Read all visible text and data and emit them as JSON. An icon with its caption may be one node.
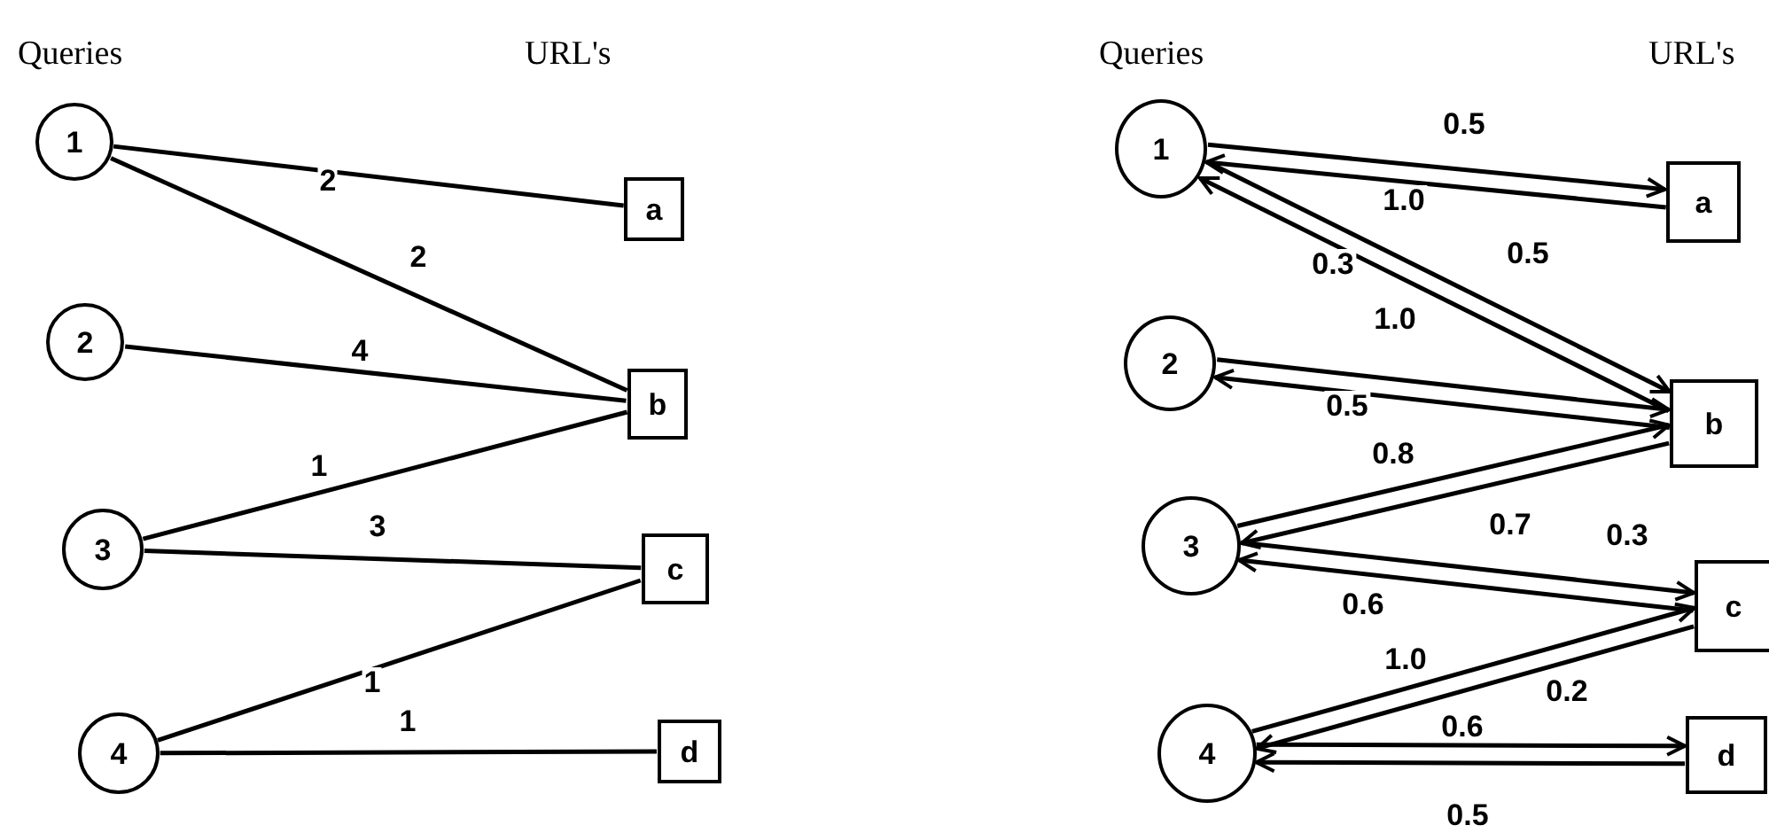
{
  "diagram": {
    "nodes": [
      {
        "text": [
          "1"
        ]
      },
      {
        "text": [
          "2"
        ]
      },
      {
        "text": [
          "3"
        ]
      },
      {
        "text": [
          "4"
        ]
      },
      {
        "text": [
          "a"
        ]
      },
      {
        "text": [
          "b"
        ]
      },
      {
        "text": [
          "c"
        ]
      },
      {
        "text": [
          "d"
        ]
      },
      {
        "text": [
          "1"
        ]
      },
      {
        "text": [
          "2"
        ]
      },
      {
        "text": [
          "3"
        ]
      },
      {
        "text": [
          "4"
        ]
      },
      {
        "text": [
          "a"
        ]
      },
      {
        "text": [
          "b"
        ]
      },
      {
        "text": [
          "c"
        ]
      },
      {
        "text": [
          "d"
        ]
      }
    ],
    "edges": [
      {
        "from": 0,
        "to": 4,
        "arrow": "none",
        "label": "2"
      },
      {
        "from": 0,
        "to": 5,
        "arrow": "none",
        "label": "2"
      },
      {
        "from": 1,
        "to": 5,
        "arrow": "none",
        "label": "4"
      },
      {
        "from": 2,
        "to": 5,
        "arrow": "none",
        "label": "1"
      },
      {
        "from": 2,
        "to": 6,
        "arrow": "none",
        "label": "3"
      },
      {
        "from": 3,
        "to": 6,
        "arrow": "none",
        "label": "1"
      },
      {
        "from": 3,
        "to": 7,
        "arrow": "none",
        "label": "1"
      },
      {
        "from": 8,
        "to": 12,
        "arrow": "to",
        "label": "0.5"
      },
      {
        "from": 12,
        "to": 8,
        "arrow": "to",
        "label": "1.0"
      },
      {
        "from": 8,
        "to": 13,
        "arrow": "to",
        "label": "0.5"
      },
      {
        "from": 13,
        "to": 8,
        "arrow": "to",
        "label": "0.3"
      },
      {
        "from": 9,
        "to": 13,
        "arrow": "to",
        "label": "1.0"
      },
      {
        "from": 13,
        "to": 9,
        "arrow": "to",
        "label": "0.5"
      },
      {
        "from": 10,
        "to": 13,
        "arrow": "to",
        "label": "0.8"
      },
      {
        "from": 13,
        "to": 10,
        "arrow": "to",
        "label": "0.7"
      },
      {
        "from": 10,
        "to": 14,
        "arrow": "to",
        "label": "0.3"
      },
      {
        "from": 14,
        "to": 10,
        "arrow": "to",
        "label": "0.6"
      },
      {
        "from": 11,
        "to": 14,
        "arrow": "to",
        "label": "1.0"
      },
      {
        "from": 14,
        "to": 11,
        "arrow": "to",
        "label": "0.2"
      },
      {
        "from": 11,
        "to": 15,
        "arrow": "to",
        "label": "0.6"
      },
      {
        "from": 15,
        "to": 11,
        "arrow": "to",
        "label": "0.5"
      }
    ],
    "labels": [
      "Queries",
      "URL's",
      "Queries",
      "URL's"
    ]
  }
}
